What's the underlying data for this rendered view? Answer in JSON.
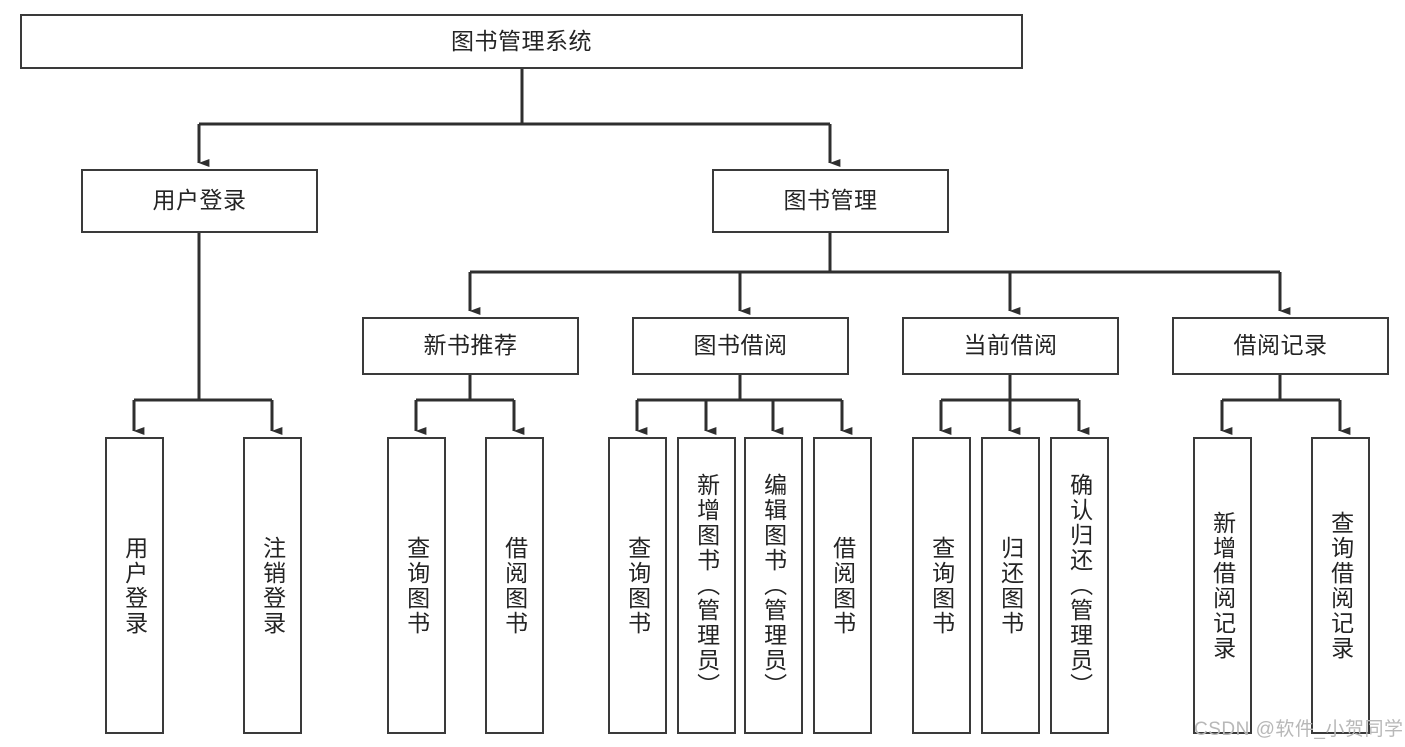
{
  "diagram": {
    "type": "tree",
    "title": "图书管理系统",
    "watermark": "CSDN @软件_小贺同学",
    "colors": {
      "box_border": "#3a3a3a",
      "connector": "#2f2f2f",
      "text": "#242424",
      "background": "#ffffff",
      "watermark": "#b8b8b8"
    },
    "root": {
      "label": "图书管理系统"
    },
    "level2": [
      {
        "label": "用户登录"
      },
      {
        "label": "图书管理"
      }
    ],
    "level3": [
      {
        "label": "新书推荐"
      },
      {
        "label": "图书借阅"
      },
      {
        "label": "当前借阅"
      },
      {
        "label": "借阅记录"
      }
    ],
    "leaves": {
      "user_login": [
        {
          "label": "用户登录"
        },
        {
          "label": "注销登录"
        }
      ],
      "new_book": [
        {
          "label": "查询图书"
        },
        {
          "label": "借阅图书"
        }
      ],
      "book_borrow": [
        {
          "label": "查询图书"
        },
        {
          "label": "新增图书（管理员）"
        },
        {
          "label": "编辑图书（管理员）"
        },
        {
          "label": "借阅图书"
        }
      ],
      "current_borrow": [
        {
          "label": "查询图书"
        },
        {
          "label": "归还图书"
        },
        {
          "label": "确认归还（管理员）"
        }
      ],
      "borrow_record": [
        {
          "label": "新增借阅记录"
        },
        {
          "label": "查询借阅记录"
        }
      ]
    }
  }
}
